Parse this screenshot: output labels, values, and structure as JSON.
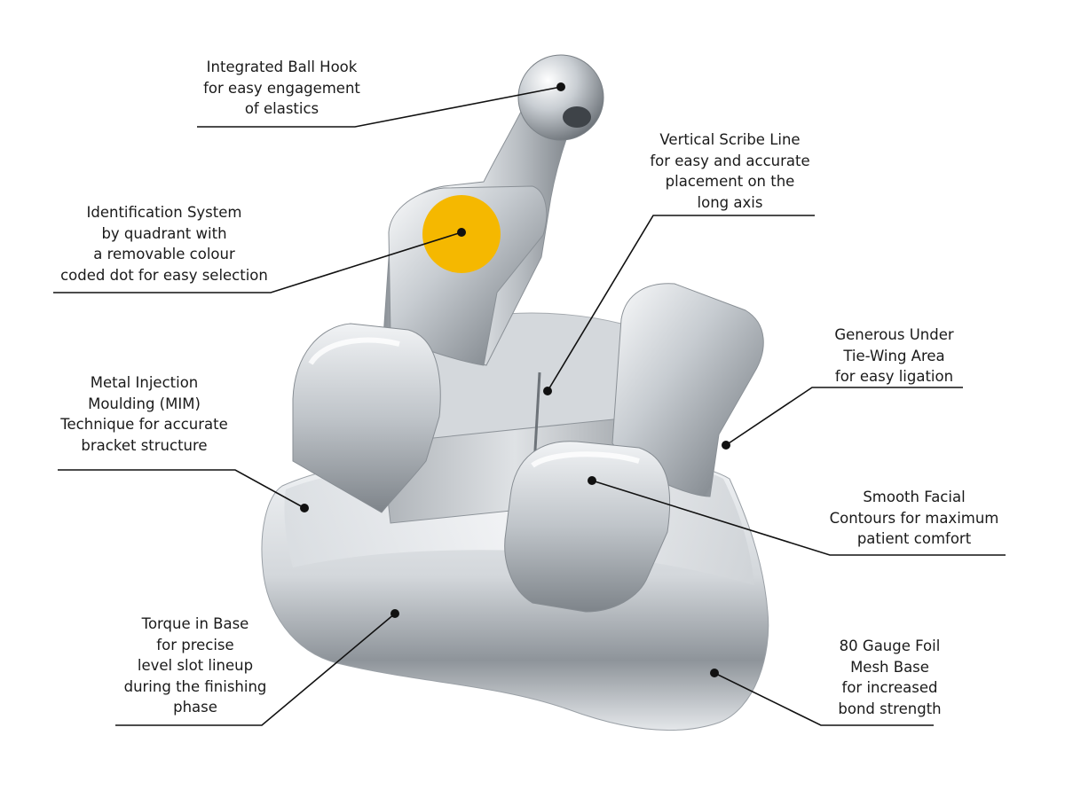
{
  "annotations": [
    {
      "id": "hook",
      "name": "annotation-integrated-ball-hook",
      "lines": [
        "Integrated Ball Hook",
        "for easy engagement",
        "of elastics"
      ]
    },
    {
      "id": "id",
      "name": "annotation-identification-system",
      "lines": [
        "Identification System",
        "by quadrant with",
        "a removable colour",
        "coded dot for easy selection"
      ]
    },
    {
      "id": "mim",
      "name": "annotation-metal-injection-moulding",
      "lines": [
        "Metal Injection",
        "Moulding (MIM)",
        "Technique for accurate",
        "bracket structure"
      ]
    },
    {
      "id": "torque",
      "name": "annotation-torque-in-base",
      "lines": [
        "Torque in Base",
        "for precise",
        "level slot lineup",
        "during the finishing",
        "phase"
      ]
    },
    {
      "id": "scribe",
      "name": "annotation-vertical-scribe-line",
      "lines": [
        "Vertical Scribe Line",
        "for easy and accurate",
        "placement on the",
        "long axis"
      ]
    },
    {
      "id": "under",
      "name": "annotation-generous-under-tie-wing",
      "lines": [
        "Generous Under",
        "Tie-Wing Area",
        "for easy ligation"
      ]
    },
    {
      "id": "facial",
      "name": "annotation-smooth-facial-contours",
      "lines": [
        "Smooth Facial",
        "Contours for maximum",
        "patient comfort"
      ]
    },
    {
      "id": "mesh",
      "name": "annotation-80-gauge-foil-mesh-base",
      "lines": [
        "80 Gauge Foil",
        "Mesh Base",
        "for increased",
        "bond strength"
      ]
    }
  ],
  "colors": {
    "id_dot": "#f5b800",
    "metal_light": "#e9ecef",
    "metal_mid": "#b4b9be",
    "metal_dark": "#6f757b",
    "leader_line": "#111111",
    "text": "#1a1a1a"
  }
}
